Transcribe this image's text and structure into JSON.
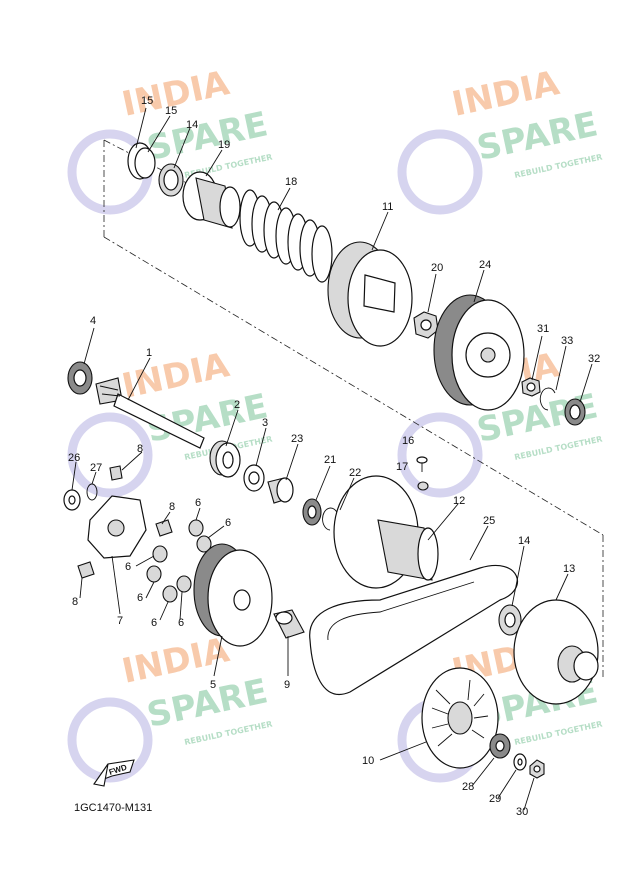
{
  "watermark": {
    "brand_top": "INDIA",
    "brand_bottom": "SPARE",
    "tagline": "REBUILD TOGETHER",
    "color_top": "#f6b98f",
    "color_bottom": "#9ed3b4",
    "color_icon": "#c9c6ea"
  },
  "fwd_label": "FWD",
  "diagram_code": "1GC1470-M131",
  "callouts": {
    "c15a": "15",
    "c15b": "15",
    "c14a": "14",
    "c19": "19",
    "c18": "18",
    "c11": "11",
    "c20": "20",
    "c24": "24",
    "c31": "31",
    "c33": "33",
    "c32": "32",
    "c4": "4",
    "c1": "1",
    "c2": "2",
    "c3": "3",
    "c23": "23",
    "c21": "21",
    "c22": "22",
    "c16": "16",
    "c17": "17",
    "c12": "12",
    "c25": "25",
    "c14b": "14",
    "c13": "13",
    "c8a": "8",
    "c26": "26",
    "c27": "27",
    "c8b": "8",
    "c6a": "6",
    "c6b": "6",
    "c6c": "6",
    "c6d": "6",
    "c6e": "6",
    "c6f": "6",
    "c8c": "8",
    "c7": "7",
    "c5": "5",
    "c9": "9",
    "c10": "10",
    "c28": "28",
    "c29": "29",
    "c30": "30"
  }
}
